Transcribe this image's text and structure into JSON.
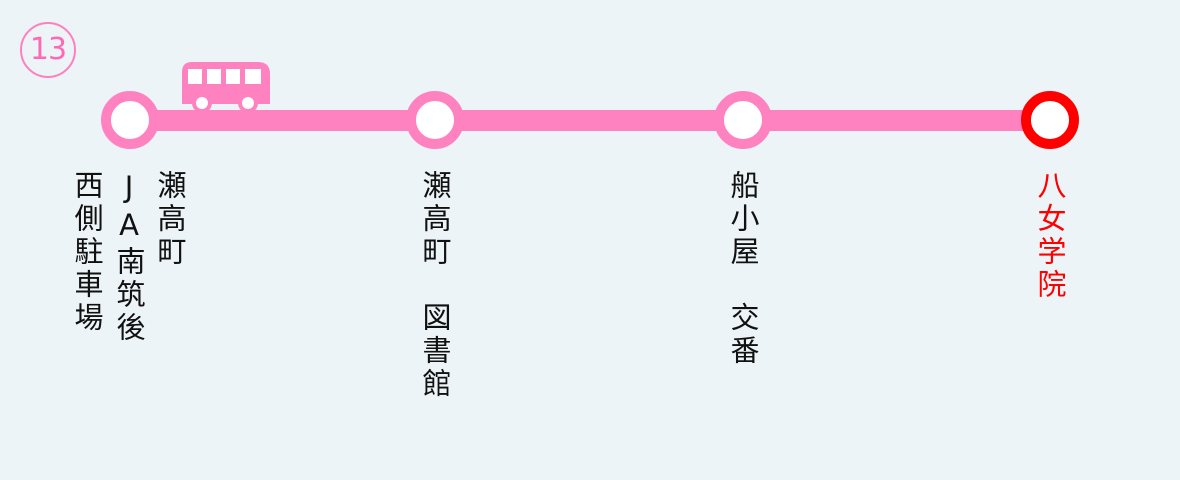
{
  "route": {
    "number": "13",
    "line_color": "#ff82c0"
  },
  "stops": [
    {
      "lines": [
        "瀬高町",
        "JA南筑後",
        "西側駐車場"
      ],
      "current": true,
      "destination": false
    },
    {
      "lines": [
        "瀬高町　図書館"
      ],
      "current": false,
      "destination": false
    },
    {
      "lines": [
        "船小屋　交番"
      ],
      "current": false,
      "destination": false
    },
    {
      "lines": [
        "八女学院"
      ],
      "current": false,
      "destination": true
    }
  ],
  "colors": {
    "line": "#ff82c0",
    "bus": "#ff82c0",
    "destination": "#ff0000",
    "background": "#edf4f7",
    "text": "#111111"
  },
  "icons": {
    "bus": "bus-icon"
  }
}
